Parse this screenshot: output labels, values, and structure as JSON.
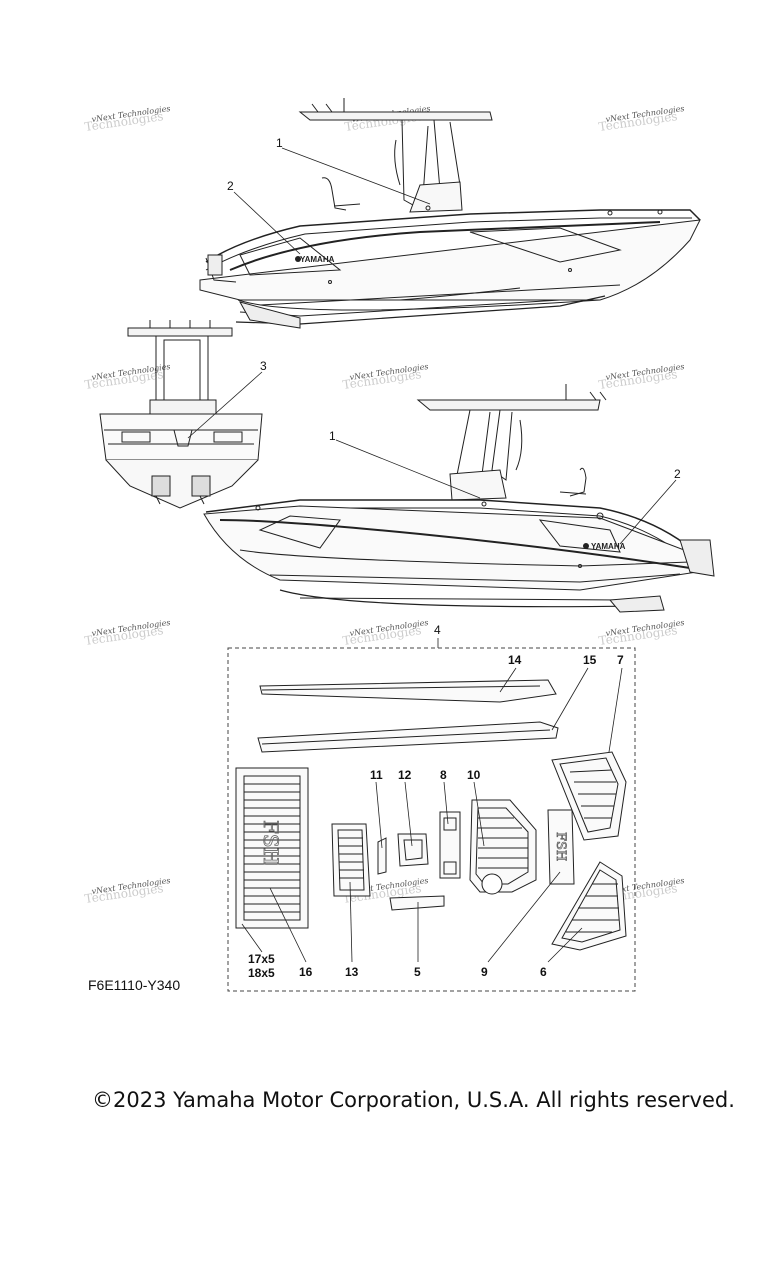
{
  "watermark": {
    "text": "vNext Technologies",
    "big_text": "Technologies"
  },
  "callouts": {
    "c1_top": "1",
    "c2_top": "2",
    "c3": "3",
    "c1_mid": "1",
    "c2_mid": "2",
    "c4": "4",
    "c14": "14",
    "c15": "15",
    "c7": "7",
    "c11": "11",
    "c12": "12",
    "c8": "8",
    "c10": "10",
    "c16": "16",
    "c13": "13",
    "c5": "5",
    "c9": "9",
    "c6": "6",
    "c17": "17x5",
    "c18": "18x5"
  },
  "decal_text": {
    "brand": "YAMAHA",
    "fsh_large": "FSH",
    "fsh_small": "FSH"
  },
  "drawing_code": "F6E1110-Y340",
  "copyright": "©2023 Yamaha Motor Corporation, U.S.A. All rights reserved."
}
